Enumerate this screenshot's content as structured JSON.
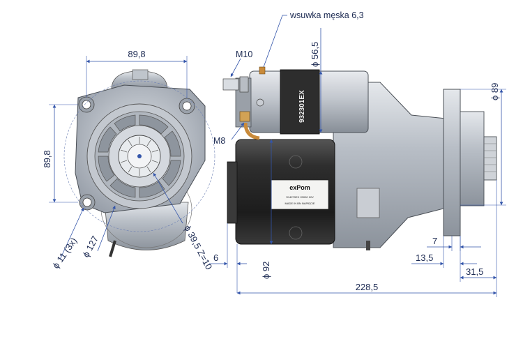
{
  "labels": {
    "connector": "wsuwka męska 6,3",
    "m10": "M10",
    "m8": "M8",
    "dia_solenoid": "ϕ 56,5",
    "dia_flange": "ϕ 89",
    "width_top": "89,8",
    "height_left": "89,8",
    "holes": "ϕ 11 (3x)",
    "dia_127": "ϕ 127",
    "dia_pinion": "ϕ 39,5 Z=10",
    "dia_body": "ϕ 92",
    "len_6": "6",
    "len_7": "7",
    "len_13_5": "13,5",
    "len_31_5": "31,5",
    "len_total": "228,5"
  },
  "solenoid": {
    "part_no": "932301EX"
  },
  "nameplate": {
    "brand": "exPom",
    "line1": "S14279EX   20000   12V",
    "line2": "MADE IN   BN   NAPIĘCIE"
  },
  "colors": {
    "dim_text": "#1c2a52",
    "dim_line": "#3355aa",
    "housing": "#b9bfc8",
    "motor_body": "#2b2b2b",
    "copper": "#c98a3a"
  }
}
